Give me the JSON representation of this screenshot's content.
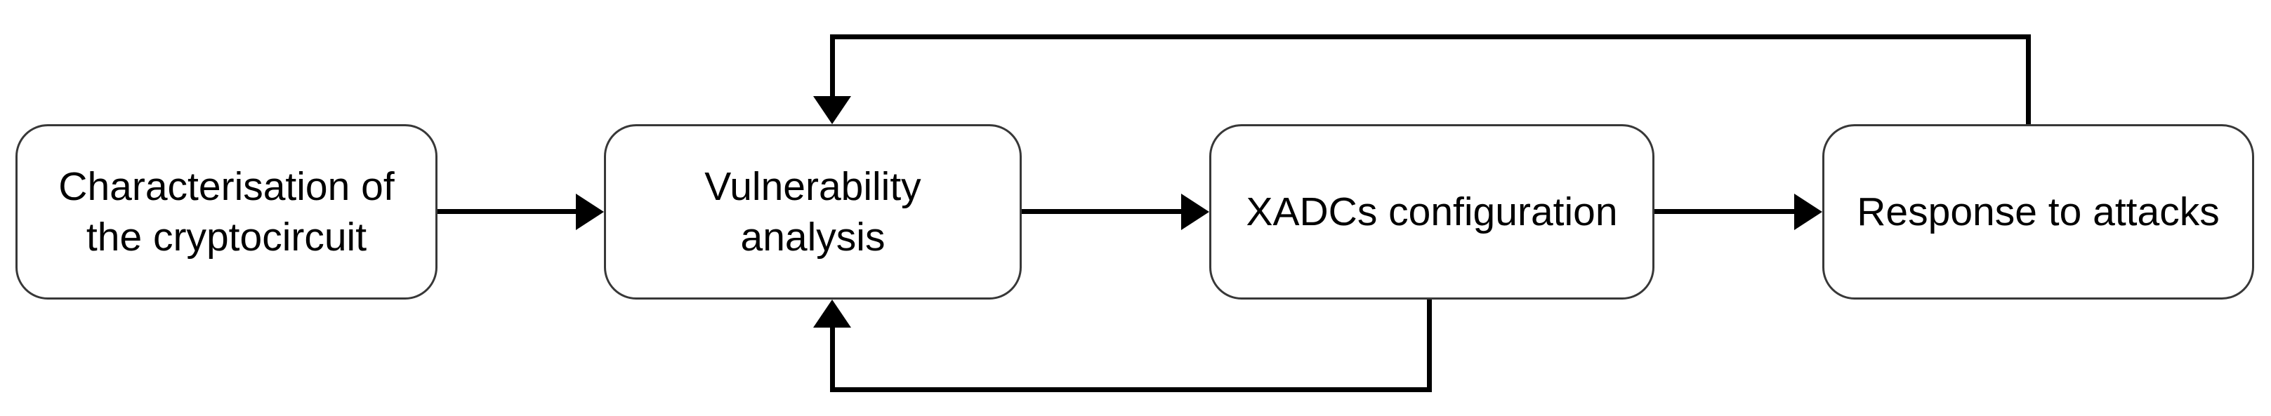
{
  "diagram": {
    "type": "flowchart",
    "background_color": "#ffffff",
    "box_fill_color": "#ffffff",
    "box_border_color": "#383838",
    "connector_color": "#000000",
    "text_color": "#000000",
    "nodes": [
      {
        "id": "characterisation",
        "label": "Characterisation of the cryptocircuit",
        "lines": [
          "Characterisation of",
          "the cryptocircuit"
        ]
      },
      {
        "id": "vulnerability-analysis",
        "label": "Vulnerability analysis",
        "lines": [
          "Vulnerability",
          "analysis"
        ]
      },
      {
        "id": "xadcs-configuration",
        "label": "XADCs configuration",
        "lines": [
          "XADCs configuration"
        ]
      },
      {
        "id": "response-to-attacks",
        "label": "Response to attacks",
        "lines": [
          "Response to attacks"
        ]
      }
    ],
    "edges": [
      {
        "from": "Characterisation of the cryptocircuit",
        "to": "Vulnerability analysis",
        "style": "straight-arrow-right"
      },
      {
        "from": "Vulnerability analysis",
        "to": "XADCs configuration",
        "style": "straight-arrow-right"
      },
      {
        "from": "XADCs configuration",
        "to": "Response to attacks",
        "style": "straight-arrow-right"
      },
      {
        "from": "Response to attacks",
        "to": "Vulnerability analysis",
        "style": "feedback-loop-over-top"
      },
      {
        "from": "XADCs configuration",
        "to": "Vulnerability analysis",
        "style": "feedback-loop-under-bottom"
      }
    ]
  }
}
